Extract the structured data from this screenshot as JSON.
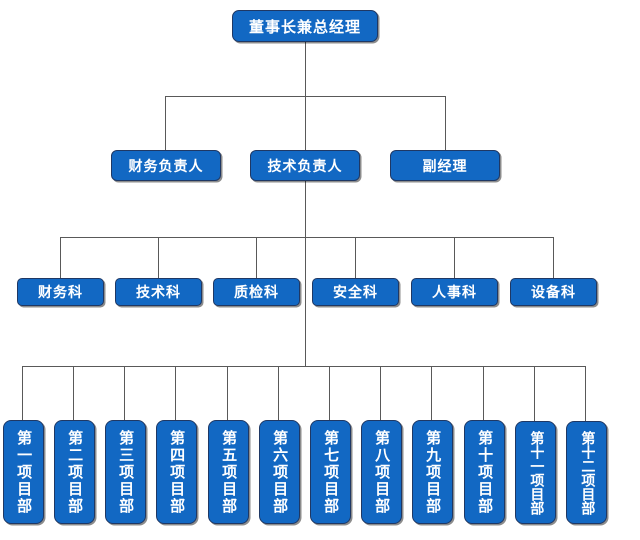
{
  "chart": {
    "type": "org-chart",
    "title": "",
    "accent_color": "#1268C3",
    "border_color": "#1F3864",
    "connector_color": "#595959",
    "text_color": "#FFFFFF",
    "background_color": "#FFFFFF"
  },
  "levels": [
    {
      "level": 1,
      "name": "executive",
      "nodes": [
        {
          "label": "董事长兼总经理"
        }
      ]
    },
    {
      "level": 2,
      "name": "leadership",
      "nodes": [
        {
          "label": "财务负责人"
        },
        {
          "label": "技术负责人"
        },
        {
          "label": "副经理"
        }
      ]
    },
    {
      "level": 3,
      "name": "departments",
      "nodes": [
        {
          "label": "财务科"
        },
        {
          "label": "技术科"
        },
        {
          "label": "质检科"
        },
        {
          "label": "安全科"
        },
        {
          "label": "人事科"
        },
        {
          "label": "设备科"
        }
      ]
    },
    {
      "level": 4,
      "name": "project-departments",
      "nodes": [
        {
          "label": "第一项目部"
        },
        {
          "label": "第二项目部"
        },
        {
          "label": "第三项目部"
        },
        {
          "label": "第四项目部"
        },
        {
          "label": "第五项目部"
        },
        {
          "label": "第六项目部"
        },
        {
          "label": "第七项目部"
        },
        {
          "label": "第八项目部"
        },
        {
          "label": "第九项目部"
        },
        {
          "label": "第十项目部"
        },
        {
          "label": "第十一项目部"
        },
        {
          "label": "第十二项目部"
        }
      ]
    }
  ]
}
